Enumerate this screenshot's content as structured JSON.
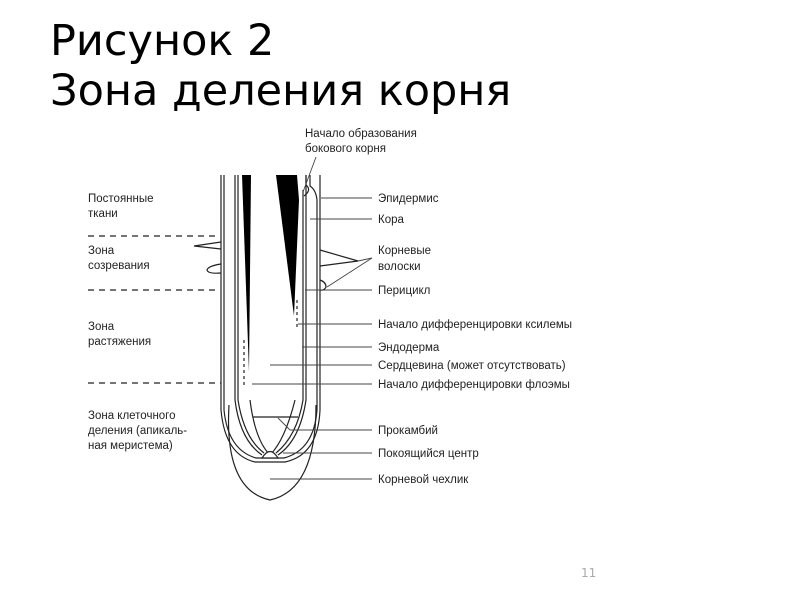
{
  "title": {
    "line1": "Рисунок 2",
    "line2": "Зона деления корня"
  },
  "diagram": {
    "top_label": [
      "Начало образования",
      "бокового корня"
    ],
    "zones": [
      [
        "Постоянные",
        "ткани"
      ],
      [
        "Зона",
        "созревания"
      ],
      [
        "Зона",
        "растяжения"
      ],
      [
        "Зона клеточного",
        "деления (апикаль-",
        "ная меристема)"
      ]
    ],
    "parts": [
      "Эпидермис",
      "Кора",
      "Корневые",
      "волоски",
      "Перицикл",
      "Начало дифференцировки ксилемы",
      "Эндодерма",
      "Сердцевина (может отсутствовать)",
      "Начало дифференцировки флоэмы",
      "Прокамбий",
      "Покоящийся центр",
      "Корневой чехлик"
    ]
  },
  "page_number": "11"
}
